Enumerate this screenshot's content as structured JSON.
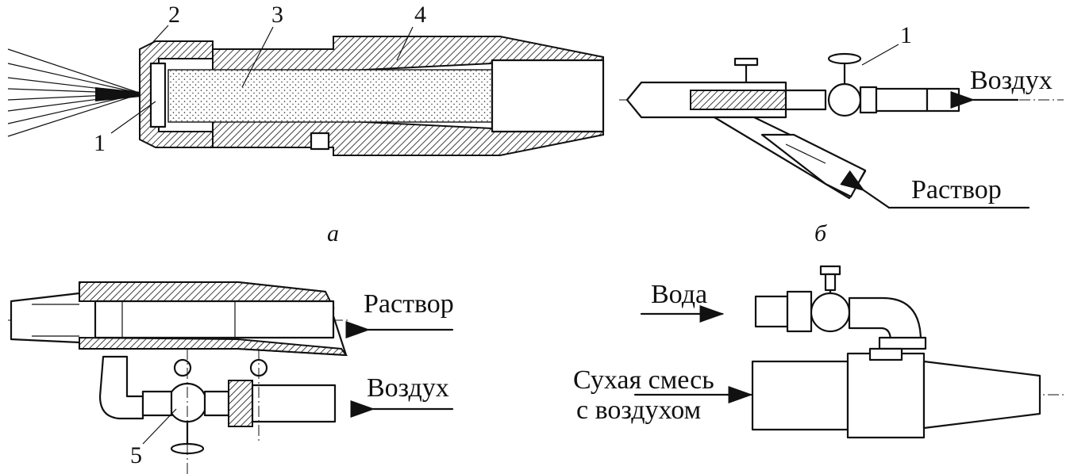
{
  "figure": {
    "panel_a": {
      "caption": "а",
      "callouts": [
        "1",
        "2",
        "3",
        "4"
      ]
    },
    "panel_b": {
      "caption": "б",
      "callout": "1",
      "air_label": "Воздух",
      "mortar_label": "Раствор"
    },
    "panel_c": {
      "callout": "5",
      "mortar_label": "Раствор",
      "air_label": "Воздух"
    },
    "panel_d": {
      "water_label": "Вода",
      "dry_mix_label_line1": "Сухая смесь",
      "dry_mix_label_line2": "с воздухом"
    }
  }
}
